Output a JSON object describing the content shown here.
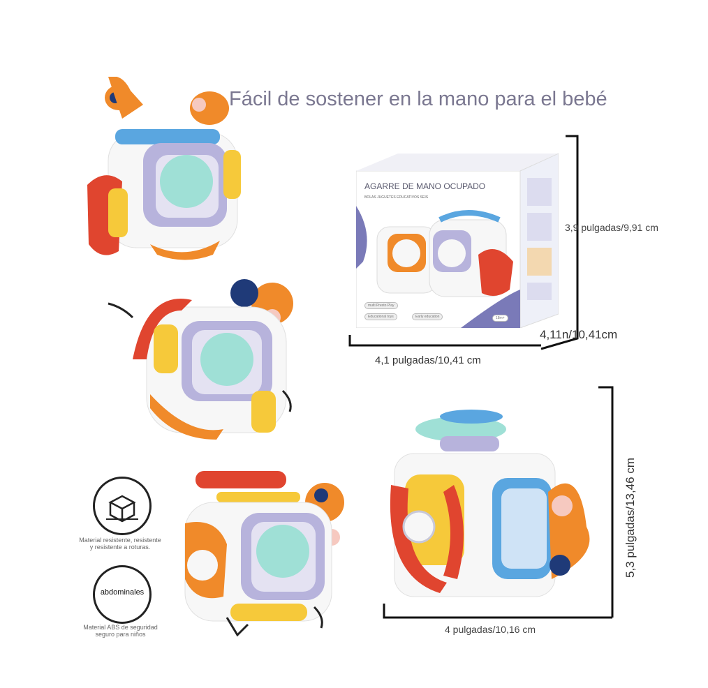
{
  "headline": "Fácil de sostener en la mano para el bebé",
  "box": {
    "title": "AGARRE DE MANO OCUPADO",
    "subtitle": "BOLAS JUGUETES EDUCATIVOS SEIS",
    "tag1": "multi",
    "tag1_text": "Presto Play",
    "tag2": "Educational toys",
    "tag3": "Early education",
    "age": "18m+"
  },
  "dimensions": {
    "box_height": "3,9 pulgadas/9,91 cm",
    "box_depth": "4,11n/10,41cm",
    "box_width": "4,1 pulgadas/10,41 cm",
    "cube_height": "5,3 pulgadas/13,46 cm",
    "cube_width": "4 pulgadas/10,16 cm"
  },
  "badges": {
    "material_text_1": "Material resistente, resistente",
    "material_text_2": "y resistente a roturas.",
    "abs_label": "abdominales",
    "abs_text_1": "Material ABS de seguridad",
    "abs_text_2": "seguro para niños"
  },
  "colors": {
    "orange": "#f08a2a",
    "red": "#e0452f",
    "blue": "#5aa6e0",
    "lilac": "#b7b3dc",
    "mint": "#9fe0d6",
    "yellow": "#f6c93a",
    "navy": "#1f3a78"
  }
}
